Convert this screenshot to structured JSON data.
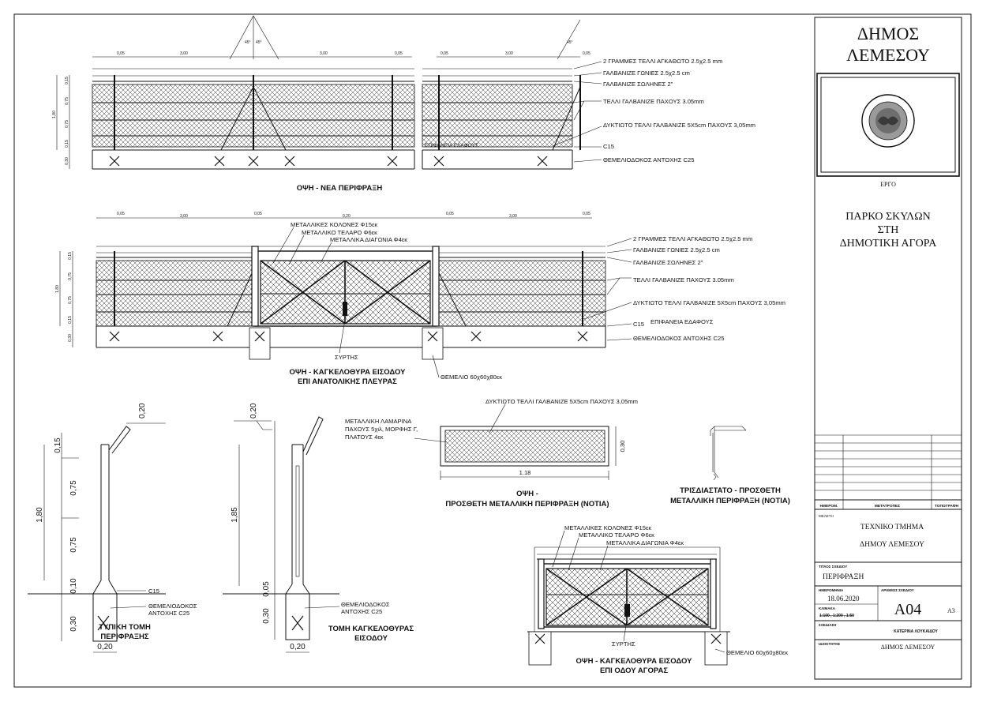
{
  "title_block": {
    "municipality": [
      "ΔΗΜΟΣ",
      "ΛΕΜΕΣΟΥ"
    ],
    "project_label": "ΕΡΓΟ",
    "project_name": [
      "ΠΑΡΚΟ ΣΚΥΛΩΝ",
      "ΣΤΗ",
      "ΔΗΜΟΤΙΚΗ ΑΓΟΡΑ"
    ],
    "rev_headers": [
      "ΗΜΕΡΟΜ.",
      "ΜΕΤΑΤΡΟΠΕΣ",
      "ΤΟΠΟΓΡΑΦΗ"
    ],
    "study_label": "ΜΕΛΕΤΗ",
    "study": [
      "ΤΕΧΝΙΚΟ ΤΜΗΜΑ",
      "ΔΗΜΟΥ ΛΕΜΕΣΟΥ"
    ],
    "drawing_title_label": "ΤΙΤΛΟΣ ΣΧΕΔΙΟΥ",
    "drawing_title": "ΠΕΡΙΦΡΑΞΗ",
    "date_label": "ΗΜΕΡΟΜΗΝΙΑ",
    "date": "18.06.2020",
    "drawing_no_label": "ΑΡΙΘΜΟΣ ΣΧΕΔΙΟΥ",
    "drawing_no": "A04",
    "size": "A3",
    "scale_label": "ΚΛΙΜΑΚΑ",
    "scale": "1:100 , 1:200 , 1:50",
    "drafter_label": "ΣΧΕΔΙΑΣΗ",
    "drafter": "ΚΑΤΕΡΙΝΑ ΛΟΥΚΑΙΔΟΥ",
    "owner_label": "ΙΔΙΟΚΤΗΤΗΣ",
    "owner": "ΔΗΜΟΣ ΛΕΜΕΣΟΥ"
  },
  "view1": {
    "title": "ΟΨΗ - ΝΕΑ ΠΕΡΙΦΡΑΞΗ",
    "dims_top": [
      "0,05",
      "3,00",
      "3,00",
      "0,05",
      "0,05",
      "3,00",
      "0,05"
    ],
    "dims_left": [
      "0,15",
      "0,75",
      "0,75",
      "0,15",
      "0,30"
    ],
    "dim_total": "1,80",
    "angles": [
      "45°",
      "45°",
      "45°"
    ],
    "notes": [
      "2 ΓΡΑΜΜΕΣ ΤΕΛΛΙ ΑΓΚΑΘΩΤΟ 2.5χ2.5 mm",
      "ΓΑΛΒΑΝΙΖΕ ΓΩΝΙΕΣ 2.5χ2.5 cm",
      "ΓΑΛΒΑΝΙΖΕ ΣΩΛΗΝΕΣ 2\"",
      "ΤΕΛΛΙ ΓΑΛΒΑΝΙΖΕ ΠΑΧΟΥΣ 3.05mm",
      "ΔΥΚΤΙΩΤΟ ΤΕΛΛΙ ΓΑΛΒΑΝΙΖΕ 5Χ5cm ΠΑΧΟΥΣ 3,05mm",
      "C15",
      "ΘΕΜΕΛΙΟΔΟΚΟΣ ΑΝΤΟΧΗΣ C25"
    ],
    "ground_label": "ΕΠΙΦΑΝΕΙΑ ΕΔΑΦΟΥΣ"
  },
  "view2": {
    "title": [
      "ΟΨΗ - ΚΑΓΚΕΛΟΘΥΡΑ ΕΙΣΟΔΟΥ",
      "ΕΠΙ ΑΝΑΤΟΛΙΚΗΣ ΠΛΕΥΡΑΣ"
    ],
    "dims_top": [
      "0,05",
      "3,00",
      "0,05",
      "0,20",
      "0,05",
      "3,00",
      "0,05"
    ],
    "dims_left": [
      "0,15",
      "0,75",
      "0,75",
      "0,15",
      "0,30"
    ],
    "dim_total": "1,80",
    "gate_notes": [
      "ΜΕΤΑΛΛΙΚΕΣ ΚΟΛΟΝΕΣ Φ15εκ",
      "ΜΕΤΑΛΛΙΚΟ ΤΕΛΑΡΟ Φ6εκ",
      "ΜΕΤΑΛΛΙΚΑ ΔΙΑΓΩΝΙΑ Φ4εκ"
    ],
    "notes": [
      "2 ΓΡΑΜΜΕΣ ΤΕΛΛΙ ΑΓΚΑΘΩΤΟ 2.5χ2.5 mm",
      "ΓΑΛΒΑΝΙΖΕ ΓΩΝΙΕΣ 2.5χ2.5 cm",
      "ΓΑΛΒΑΝΙΖΕ ΣΩΛΗΝΕΣ 2\"",
      "ΤΕΛΛΙ ΓΑΛΒΑΝΙΖΕ ΠΑΧΟΥΣ 3.05mm",
      "ΔΥΚΤΙΩΤΟ ΤΕΛΛΙ ΓΑΛΒΑΝΙΖΕ 5Χ5cm ΠΑΧΟΥΣ 3,05mm",
      "C15",
      "ΕΠΙΦΑΝΕΙΑ ΕΔΑΦΟΥΣ",
      "ΘΕΜΕΛΙΟΔΟΚΟΣ ΑΝΤΟΧΗΣ C25"
    ],
    "latch": "ΣΥΡΤΗΣ",
    "footing": "ΘΕΜΕΛΙΟ 60χ60χ80εκ"
  },
  "section1": {
    "title": [
      "ΤΥΠΙΚΗ ΤΟΜΗ",
      "ΠΕΡΙΦΡΑΞΗΣ"
    ],
    "dims": [
      "0,20",
      "0,15",
      "0,75",
      "0,75",
      "0,10",
      "0,30",
      "0,20"
    ],
    "dim_total": "1,80",
    "notes": [
      "C15",
      "ΘΕΜΕΛΙΟΔΟΚΟΣ",
      "ΑΝΤΟΧΗΣ C25"
    ]
  },
  "section2": {
    "title": [
      "ΤΟΜΗ ΚΑΓΚΕΛΟΘΥΡΑΣ",
      "ΕΙΣΟΔΟΥ"
    ],
    "dims": [
      "0,20",
      "0,05",
      "0,30",
      "0,20"
    ],
    "dim_total": "1,85",
    "notes": [
      "ΘΕΜΕΛΙΟΔΟΚΟΣ",
      "ΑΝΤΟΧΗΣ C25"
    ]
  },
  "panel": {
    "top_note": "ΔΥΚΤΙΩΤΟ ΤΕΛΛΙ ΓΑΛΒΑΝΙΖΕ 5Χ5cm ΠΑΧΟΥΣ 3,05mm",
    "left_note": [
      "ΜΕΤΑΛΛΙΚΗ ΛΑΜΑΡΙΝΑ",
      "ΠΑΧΟΥΣ 5χιλ, ΜΟΡΦΗΣ Γ,",
      "ΠΛΑΤΟΥΣ 4εκ"
    ],
    "height": "0,30",
    "width": "1.18",
    "title": [
      "ΟΨΗ -",
      "ΠΡΟΣΘΕΤΗ ΜΕΤΑΛΛΙΚΗ ΠΕΡΙΦΡΑΞΗ (ΝΟΤΙΑ)"
    ]
  },
  "iso": {
    "title": [
      "ΤΡΙΣΔΙΑΣΤΑΤΟ - ΠΡΟΣΘΕΤΗ",
      "ΜΕΤΑΛΛΙΚΗ ΠΕΡΙΦΡΑΞΗ (ΝΟΤΙΑ)"
    ]
  },
  "view3": {
    "title": [
      "ΟΨΗ - ΚΑΓΚΕΛΟΘΥΡΑ ΕΙΣΟΔΟΥ",
      "ΕΠΙ ΟΔΟΥ ΑΓΟΡΑΣ"
    ],
    "gate_notes": [
      "ΜΕΤΑΛΛΙΚΕΣ ΚΟΛΟΝΕΣ Φ15εκ",
      "ΜΕΤΑΛΛΙΚΟ ΤΕΛΑΡΟ Φ6εκ",
      "ΜΕΤΑΛΛΙΚΑ ΔΙΑΓΩΝΙΑ Φ4εκ"
    ],
    "latch": "ΣΥΡΤΗΣ",
    "footing": "ΘΕΜΕΛΙΟ 60χ60χ80εκ"
  }
}
